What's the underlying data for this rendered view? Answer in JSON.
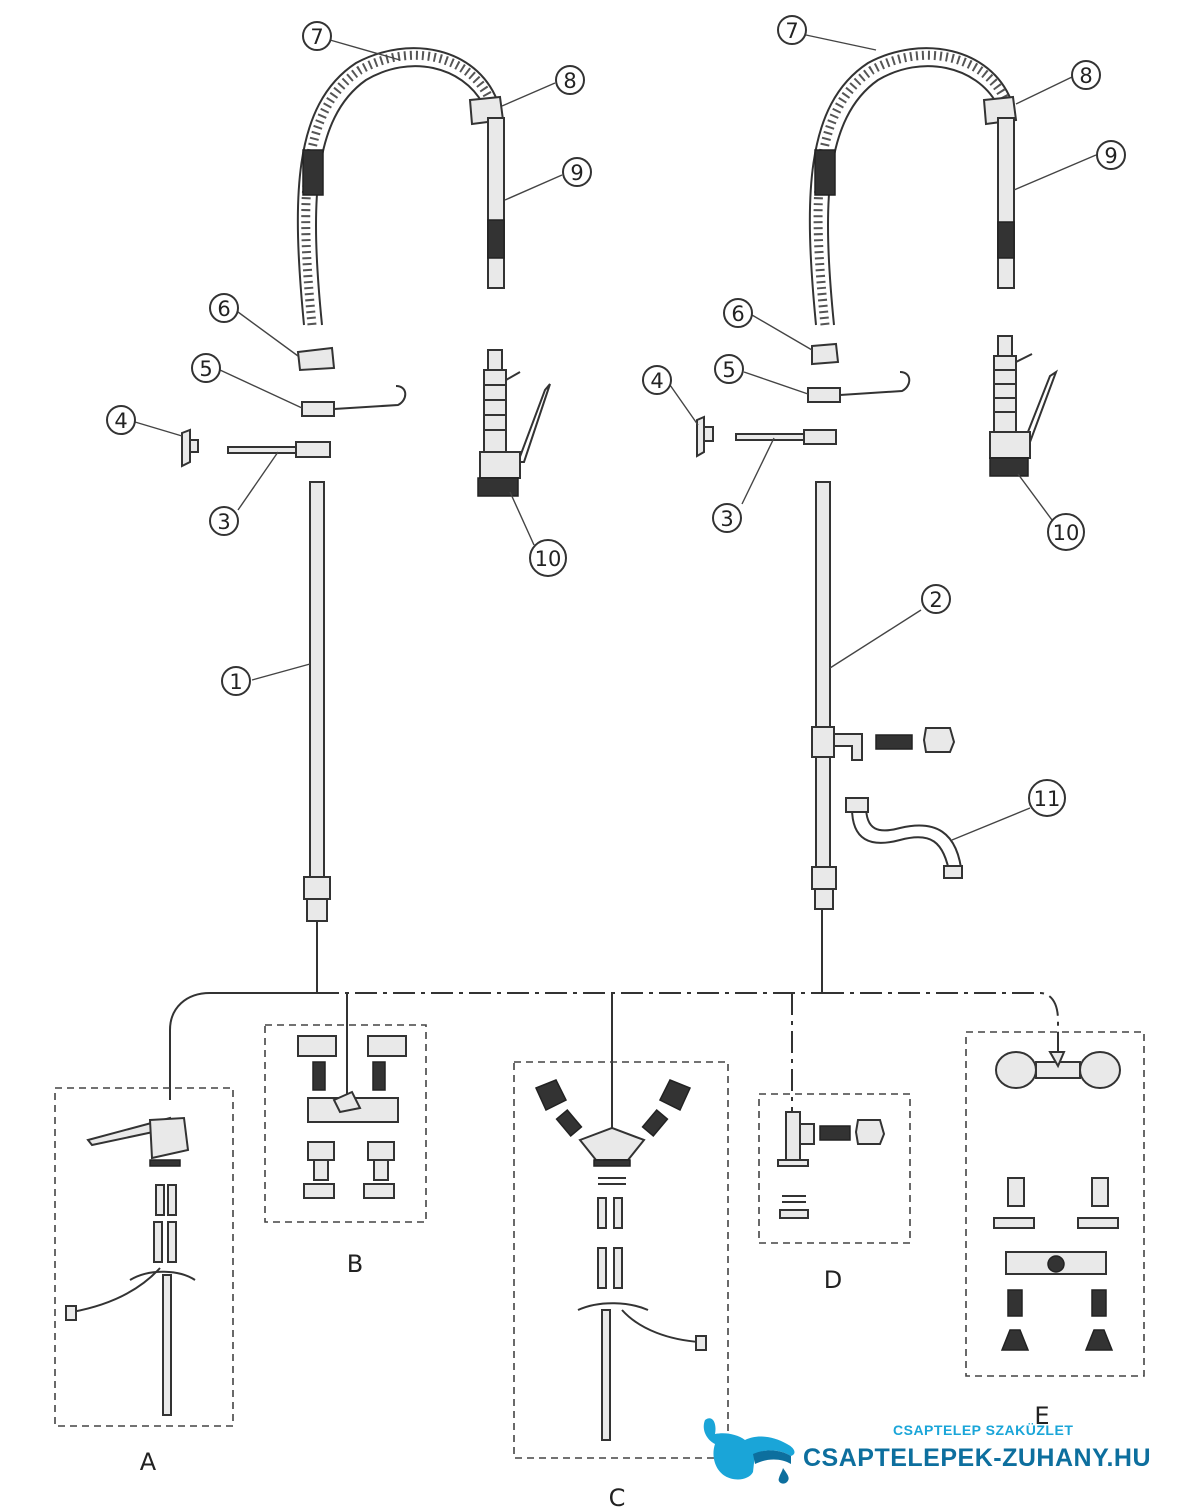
{
  "diagram": {
    "callouts": [
      {
        "id": "l7",
        "label": "7"
      },
      {
        "id": "l8",
        "label": "8"
      },
      {
        "id": "l9",
        "label": "9"
      },
      {
        "id": "l6",
        "label": "6"
      },
      {
        "id": "l5",
        "label": "5"
      },
      {
        "id": "l4",
        "label": "4"
      },
      {
        "id": "l3",
        "label": "3"
      },
      {
        "id": "l10",
        "label": "10"
      },
      {
        "id": "l1",
        "label": "1"
      },
      {
        "id": "r7",
        "label": "7"
      },
      {
        "id": "r8",
        "label": "8"
      },
      {
        "id": "r9",
        "label": "9"
      },
      {
        "id": "r6",
        "label": "6"
      },
      {
        "id": "r5",
        "label": "5"
      },
      {
        "id": "r4",
        "label": "4"
      },
      {
        "id": "r3",
        "label": "3"
      },
      {
        "id": "r10",
        "label": "10"
      },
      {
        "id": "r2",
        "label": "2"
      },
      {
        "id": "r11",
        "label": "11"
      }
    ],
    "variants": [
      {
        "id": "A",
        "label": "A"
      },
      {
        "id": "B",
        "label": "B"
      },
      {
        "id": "C",
        "label": "C"
      },
      {
        "id": "D",
        "label": "D"
      },
      {
        "id": "E",
        "label": "E"
      }
    ]
  },
  "watermark": {
    "tagline": "CSAPTELEP SZAKÜZLET",
    "site": "CSAPTELEPEK-ZUHANY.HU",
    "colors": {
      "light": "#1aa5d8",
      "dark": "#0d6f9e"
    },
    "icon": "faucet-logo-icon"
  }
}
